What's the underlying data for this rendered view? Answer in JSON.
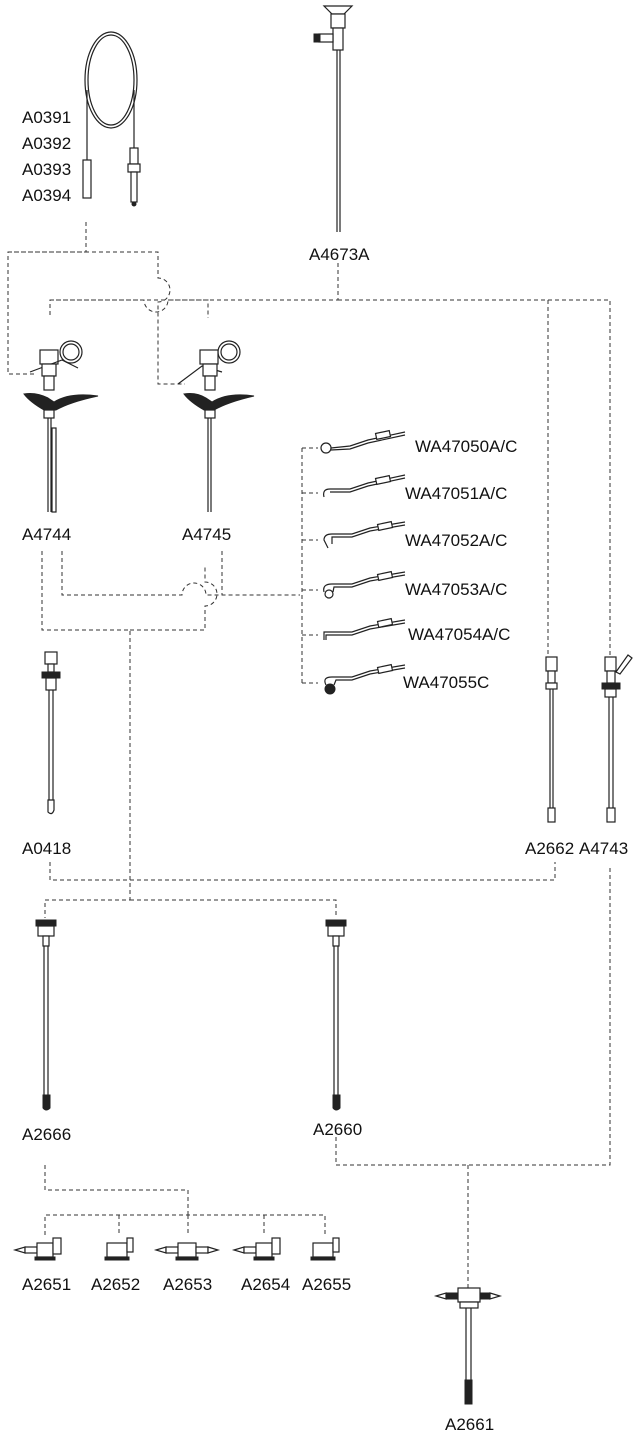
{
  "diagram": {
    "labels": {
      "cable": [
        "A0391",
        "A0392",
        "A0393",
        "A0394"
      ],
      "telescope": "A4673A",
      "handle_left": "A4744",
      "handle_right": "A4745",
      "electrodes": [
        "WA47050A/C",
        "WA47051A/C",
        "WA47052A/C",
        "WA47053A/C",
        "WA47054A/C",
        "WA47055C"
      ],
      "obturator": "A0418",
      "sheath_a": "A2662",
      "sheath_b": "A4743",
      "outer_left": "A2666",
      "outer_right": "A2660",
      "stopcocks": [
        "A2651",
        "A2652",
        "A2653",
        "A2654",
        "A2655"
      ],
      "bottom_sheath": "A2661"
    }
  }
}
